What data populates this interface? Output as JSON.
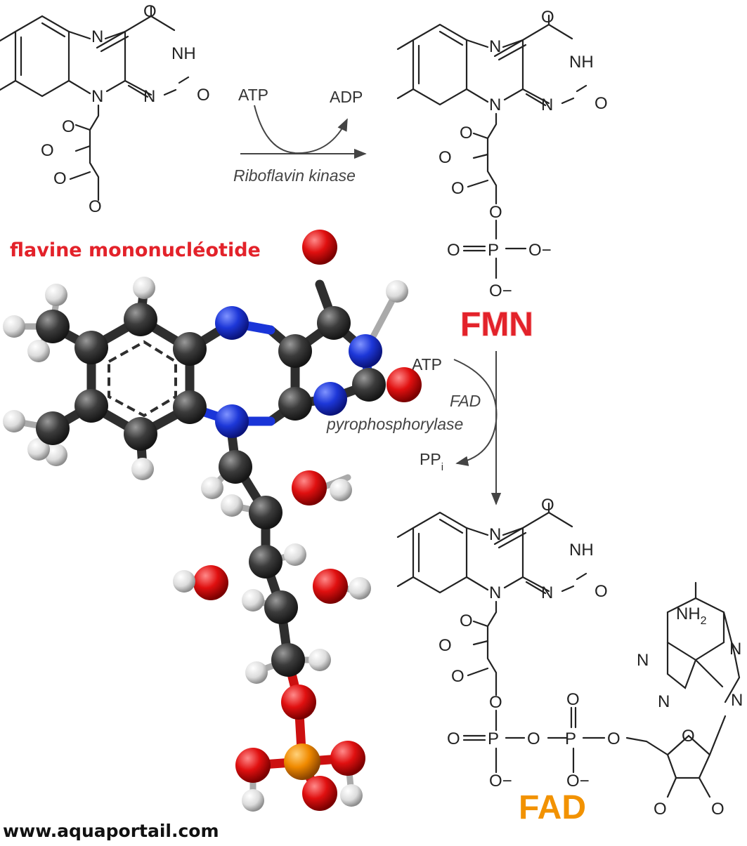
{
  "reaction1": {
    "in_label": "ATP",
    "out_label": "ADP",
    "enzyme": "Riboflavin kinase"
  },
  "reaction2": {
    "in_label": "ATP",
    "enzyme_line1": "FAD",
    "enzyme_line2": "pyrophosphorylase",
    "out_label": "PP",
    "out_subscript": "i"
  },
  "products": {
    "fmn": "FMN",
    "fad": "FAD"
  },
  "model_title": "flavine mononucléotide",
  "watermark": "www.aquaportail.com",
  "atoms": {
    "N": "N",
    "NH": "NH",
    "O": "O",
    "P": "P",
    "O_minus": "O−",
    "NH2": "NH",
    "NH2_sub": "2"
  },
  "colors": {
    "fmn": "#e3222a",
    "fad": "#f29200",
    "carbon": "#3a3a3a",
    "nitrogen": "#1a35d8",
    "oxygen": "#e01010",
    "phosphorus": "#f08a00",
    "hydrogen": "#e0e0e0"
  }
}
